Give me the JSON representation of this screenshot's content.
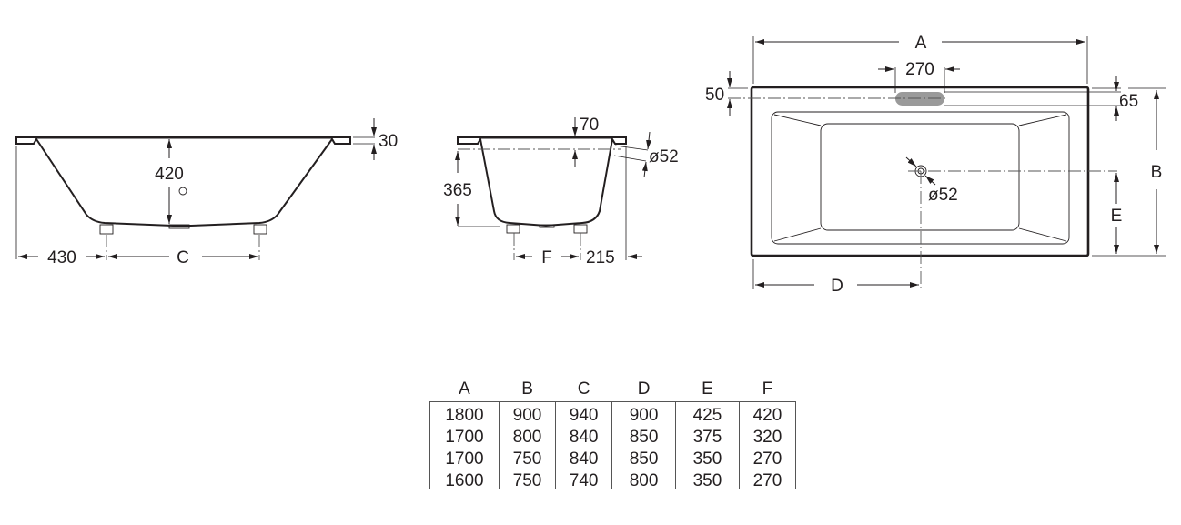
{
  "side_view": {
    "depth": "420",
    "rim": "30",
    "left_offset": "430",
    "feet_spacing": "C"
  },
  "end_view": {
    "overflow_drop": "70",
    "overflow_diameter": "ø52",
    "overflow_height": "365",
    "feet_spacing": "F",
    "right_offset": "215"
  },
  "top_view": {
    "length": "A",
    "overflow_width": "270",
    "overflow_edge": "50",
    "overflow_height": "65",
    "width": "B",
    "drain_diameter": "ø52",
    "drain_offset_y": "E",
    "drain_offset_x": "D"
  },
  "table": {
    "headers": [
      "A",
      "B",
      "C",
      "D",
      "E",
      "F"
    ],
    "rows": [
      [
        "1800",
        "900",
        "940",
        "900",
        "425",
        "420"
      ],
      [
        "1700",
        "800",
        "840",
        "850",
        "375",
        "320"
      ],
      [
        "1700",
        "750",
        "840",
        "850",
        "350",
        "270"
      ],
      [
        "1600",
        "750",
        "740",
        "800",
        "350",
        "270"
      ]
    ]
  },
  "colors": {
    "line": "#231f20",
    "overflow": "#9a9a9a"
  }
}
